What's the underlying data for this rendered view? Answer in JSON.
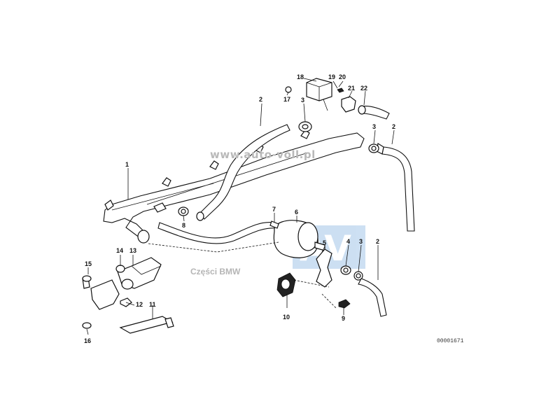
{
  "diagram": {
    "watermark_url": "www.auto-voll.pl",
    "watermark_brand": "Części BMW",
    "drawing_code": "00001671",
    "callouts": [
      {
        "id": "c1",
        "text": "1"
      },
      {
        "id": "c2a",
        "text": "2"
      },
      {
        "id": "c2b",
        "text": "2"
      },
      {
        "id": "c2c",
        "text": "2"
      },
      {
        "id": "c3a",
        "text": "3"
      },
      {
        "id": "c3b",
        "text": "3"
      },
      {
        "id": "c3c",
        "text": "3"
      },
      {
        "id": "c4",
        "text": "4"
      },
      {
        "id": "c5",
        "text": "5"
      },
      {
        "id": "c6",
        "text": "6"
      },
      {
        "id": "c7",
        "text": "7"
      },
      {
        "id": "c8",
        "text": "8"
      },
      {
        "id": "c9",
        "text": "9"
      },
      {
        "id": "c10",
        "text": "10"
      },
      {
        "id": "c11",
        "text": "11"
      },
      {
        "id": "c12",
        "text": "12"
      },
      {
        "id": "c13",
        "text": "13"
      },
      {
        "id": "c14",
        "text": "14"
      },
      {
        "id": "c15",
        "text": "15"
      },
      {
        "id": "c16",
        "text": "16"
      },
      {
        "id": "c17",
        "text": "17"
      },
      {
        "id": "c18",
        "text": "18"
      },
      {
        "id": "c19",
        "text": "19"
      },
      {
        "id": "c20",
        "text": "20"
      },
      {
        "id": "c21",
        "text": "21"
      },
      {
        "id": "c22",
        "text": "22"
      }
    ],
    "colors": {
      "ink": "#111111",
      "watermark": "#b9b9b9",
      "logo_blue": "#3a7fc4"
    }
  }
}
